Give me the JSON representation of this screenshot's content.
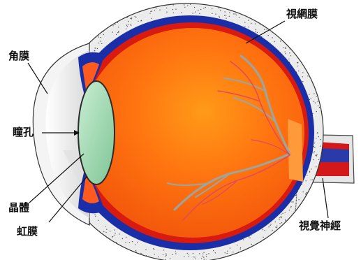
{
  "labels": {
    "retina": "視網膜",
    "cornea": "角膜",
    "pupil": "瞳孔",
    "lens": "晶體",
    "iris": "虹膜",
    "optic_nerve": "視覺神經"
  },
  "colors": {
    "outer_sclera": "#e8e8e8",
    "choroid_blue": "#1a2ea8",
    "retina_red": "#d81a10",
    "vitreous_orange": "#ff6a00",
    "lens_green": "#9ad4a6",
    "vessel_gray": "#9aa6a0",
    "vessel_pink": "#e24c56"
  }
}
